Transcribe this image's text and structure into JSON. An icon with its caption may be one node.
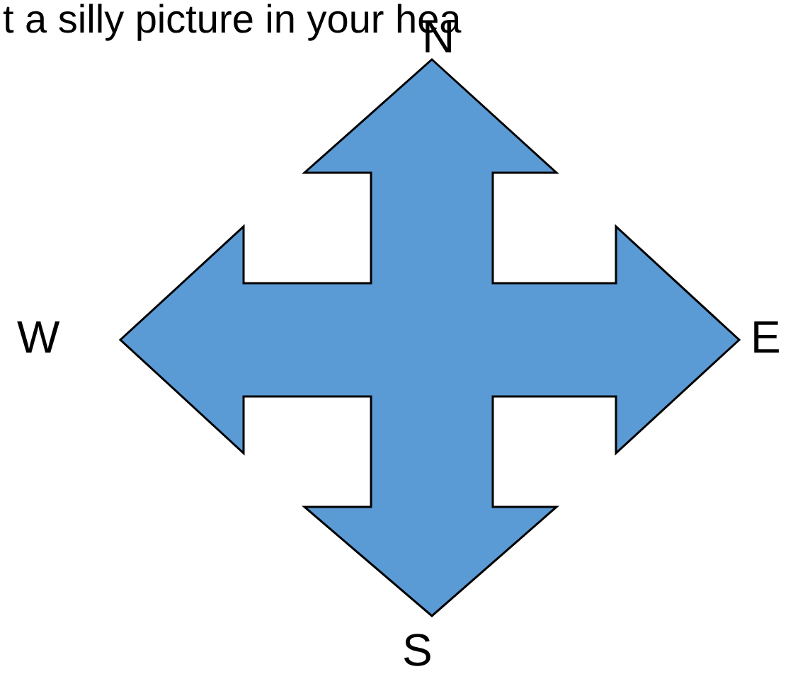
{
  "diagram": {
    "labels": [
      "t a silly picture in your hea",
      "N",
      "W",
      "E",
      "S"
    ]
  }
}
